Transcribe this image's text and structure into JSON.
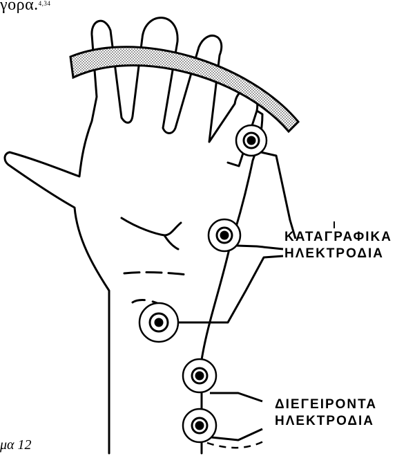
{
  "top_text": {
    "fragment": "γορα.",
    "refs": "4,34"
  },
  "labels": {
    "recording_line1": "ΚΑΤΑΓΡΑΦΙΚΑ",
    "recording_line2": "ΗΛΕΚΤΡΟΔΙΑ",
    "stimulating_line1": "ΔΙΕΓΕΙΡΟΝΤΑ",
    "stimulating_line2": "ΗΛΕΚΤΡΟΔΙΑ"
  },
  "caption": "μα 12",
  "colors": {
    "ink": "#000000",
    "paper": "#ffffff",
    "band_fill": "#c8c8c8"
  }
}
